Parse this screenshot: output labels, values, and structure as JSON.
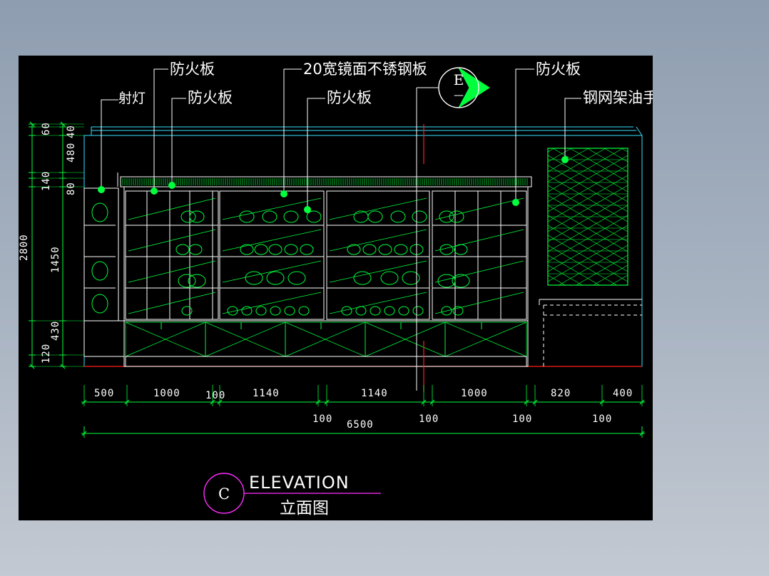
{
  "colors": {
    "background": "#000000",
    "linework": "#00ff3c",
    "outline": "#35e0ff",
    "text": "#ffffff",
    "marker": "#ff2dff",
    "cut_line": "#ff1e1e"
  },
  "annotations": {
    "spotlight": "射灯",
    "fireboard_1": "防火板",
    "fireboard_2": "防火板",
    "mirror_steel": "20宽镜面不锈钢板",
    "fireboard_3": "防火板",
    "fireboard_4": "防火板",
    "mesh_rack": "钢网架油手扫漆(活动)"
  },
  "section_mark": {
    "letter": "E",
    "sub": "—"
  },
  "vertical_dims": {
    "d60": "60",
    "d40": "40",
    "d480": "480",
    "d140": "140",
    "d80": "80",
    "d2800": "2800",
    "d1450": "1450",
    "d430": "430",
    "d120": "120"
  },
  "horizontal_dims": {
    "d500": "500",
    "d1000a": "1000",
    "d100a": "100",
    "d1140a": "1140",
    "d1140b": "1140",
    "d1000b": "1000",
    "d820": "820",
    "d400": "400",
    "d100b": "100",
    "d100c": "100",
    "d100d": "100",
    "d100e": "100",
    "total": "6500"
  },
  "title_block": {
    "letter": "C",
    "title": "ELEVATION",
    "subtitle": "立面图"
  }
}
